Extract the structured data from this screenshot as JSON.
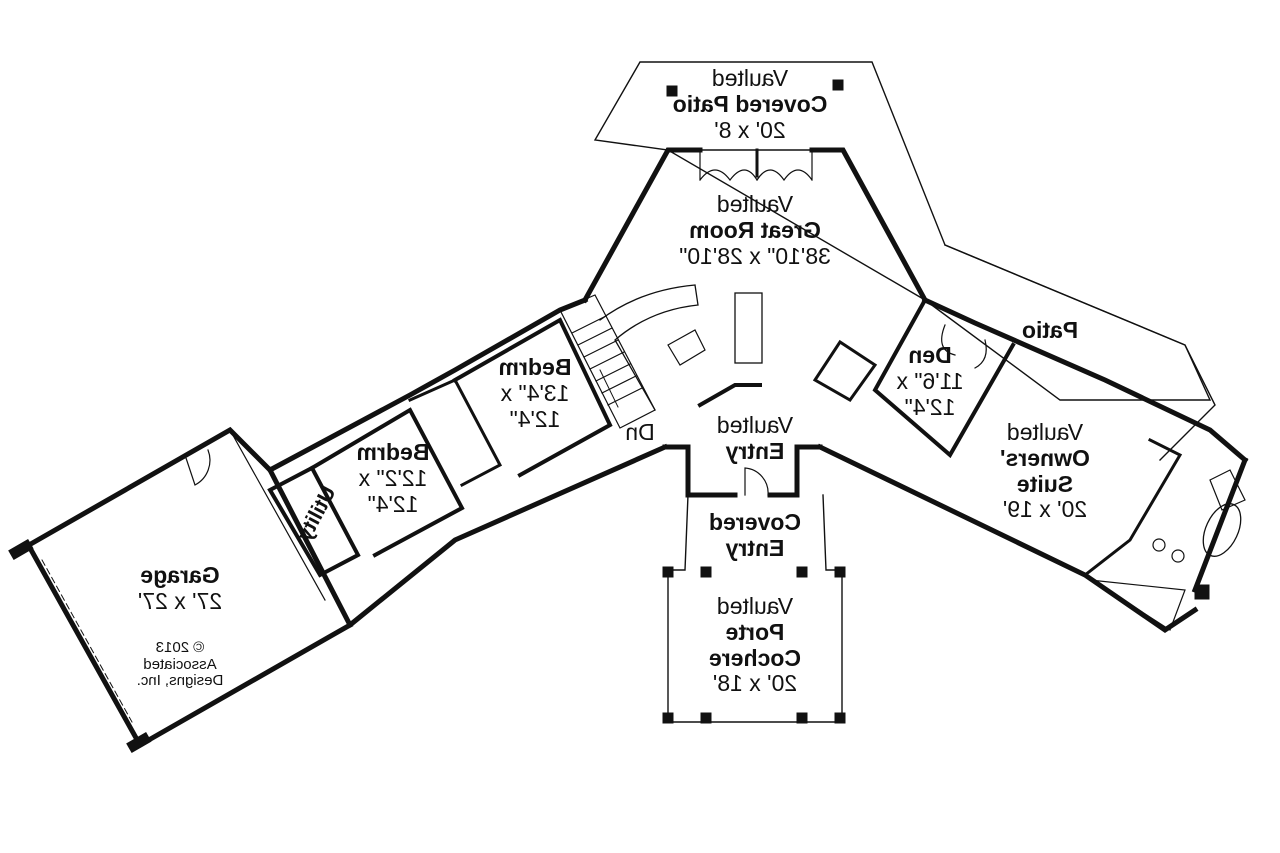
{
  "plan": {
    "orientation": "mirrored",
    "rooms": {
      "covered_patio": {
        "prefix": "Vaulted",
        "name": "Covered Patio",
        "dims": "20' x 8'"
      },
      "great_room": {
        "prefix": "Vaulted",
        "name": "Great Room",
        "dims": "38'10\" x 28'10\""
      },
      "bedroom_1": {
        "name": "Bedrm",
        "dims_line1": "13'4\" x",
        "dims_line2": "12'4\""
      },
      "bedroom_2": {
        "name": "Bedrm",
        "dims_line1": "12'2\" x",
        "dims_line2": "12'4\""
      },
      "utility": {
        "name": "Utility"
      },
      "garage": {
        "name": "Garage",
        "dims": "27' x 27'"
      },
      "entry": {
        "prefix": "Vaulted",
        "name": "Entry"
      },
      "covered_entry": {
        "name_line1": "Covered",
        "name_line2": "Entry"
      },
      "porte_cochere": {
        "prefix": "Vaulted",
        "name_line1": "Porte",
        "name_line2": "Cochere",
        "dims": "20' x 18'"
      },
      "den": {
        "name": "Den",
        "dims_line1": "11'6\" x",
        "dims_line2": "12'4\""
      },
      "patio": {
        "name": "Patio"
      },
      "owners_suite": {
        "prefix": "Vaulted",
        "name_line1": "Owners'",
        "name_line2": "Suite",
        "dims": "20' x 19'"
      }
    },
    "stair_label": "Dn",
    "copyright": {
      "line1": "© 2013",
      "line2": "Associated",
      "line3": "Designs, Inc."
    }
  }
}
